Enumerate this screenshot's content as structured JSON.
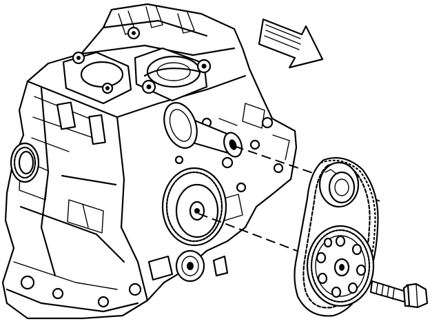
{
  "figure": {
    "subject": "engine-front-timing-chain-assembly",
    "icons": {
      "view_arrow": "view-direction-arrow-icon",
      "bolt": "camshaft-sprocket-bolt-icon"
    },
    "colors": {
      "ink": "#000000",
      "paper": "#ffffff"
    },
    "parts": [
      "engine-block",
      "crankshaft-main-bearings",
      "camshaft",
      "crankshaft-sprocket",
      "balance-shaft-gear",
      "timing-chain",
      "camshaft-sprocket",
      "sprocket-bolt",
      "rear-seal"
    ]
  }
}
